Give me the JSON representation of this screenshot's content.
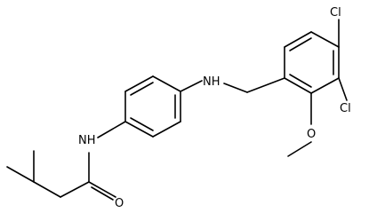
{
  "molecule": {
    "atom_labels": {
      "nh_amide": "NH",
      "nh_amine": "NH",
      "o_carbonyl": "O",
      "o_methoxy": "O",
      "cl_top": "Cl",
      "cl_right": "Cl"
    }
  }
}
